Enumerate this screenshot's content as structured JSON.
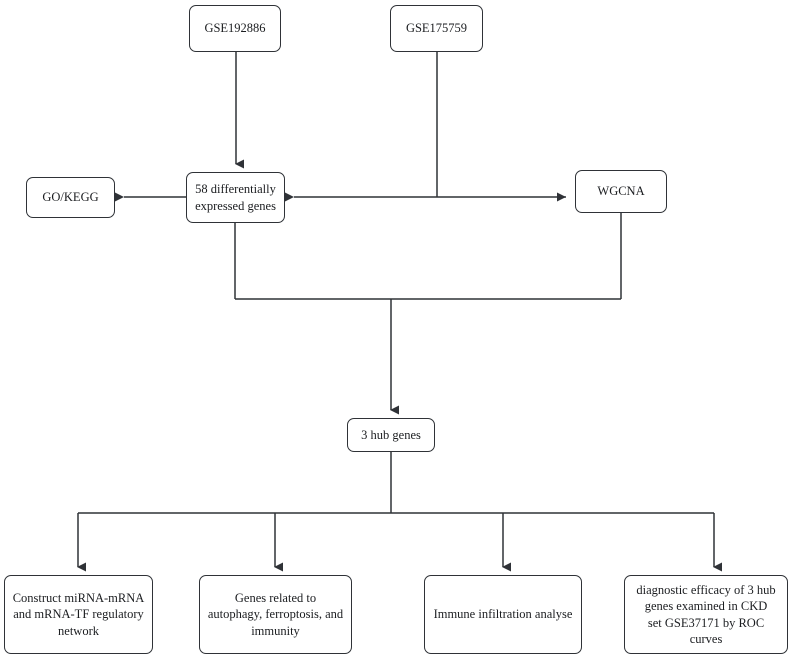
{
  "diagram": {
    "title": "Study workflow flowchart",
    "stroke_color": "#2f3237",
    "text_color": "#1b1d20",
    "background_color": "#ffffff",
    "nodes": {
      "gse192886": {
        "label": "GSE192886"
      },
      "gse175759": {
        "label": "GSE175759"
      },
      "go_kegg": {
        "label": "GO/KEGG"
      },
      "deg": {
        "label": "58 differentially\nexpressed genes"
      },
      "wgcna": {
        "label": "WGCNA"
      },
      "hub_genes": {
        "label": "3 hub genes"
      },
      "outcome1": {
        "label": "Construct miRNA-mRNA\nand mRNA-TF regulatory\nnetwork"
      },
      "outcome2": {
        "label": "Genes related to\nautophagy, ferroptosis, and\nimmunity"
      },
      "outcome3": {
        "label": "Immune infiltration analyse"
      },
      "outcome4": {
        "label": "diagnostic efficacy of 3 hub\ngenes examined in CKD\nset GSE37171 by ROC curves"
      }
    },
    "edges": [
      {
        "name": "gse192886-to-deg",
        "from": "gse192886",
        "to": "deg",
        "arrow": "down"
      },
      {
        "name": "gse175759-to-wgcna",
        "from": "gse175759",
        "to": "wgcna",
        "arrow": "right"
      },
      {
        "name": "gse175759-to-deg",
        "from": "gse175759",
        "to": "deg",
        "arrow": "left"
      },
      {
        "name": "deg-to-gokegg",
        "from": "deg",
        "to": "go_kegg",
        "arrow": "left"
      },
      {
        "name": "deg-and-wgcna-to-hub",
        "from": "deg, wgcna",
        "to": "hub_genes",
        "arrow": "down"
      },
      {
        "name": "hub-to-outcome1",
        "from": "hub_genes",
        "to": "outcome1",
        "arrow": "down"
      },
      {
        "name": "hub-to-outcome2",
        "from": "hub_genes",
        "to": "outcome2",
        "arrow": "down"
      },
      {
        "name": "hub-to-outcome3",
        "from": "hub_genes",
        "to": "outcome3",
        "arrow": "down"
      },
      {
        "name": "hub-to-outcome4",
        "from": "hub_genes",
        "to": "outcome4",
        "arrow": "down"
      }
    ]
  }
}
